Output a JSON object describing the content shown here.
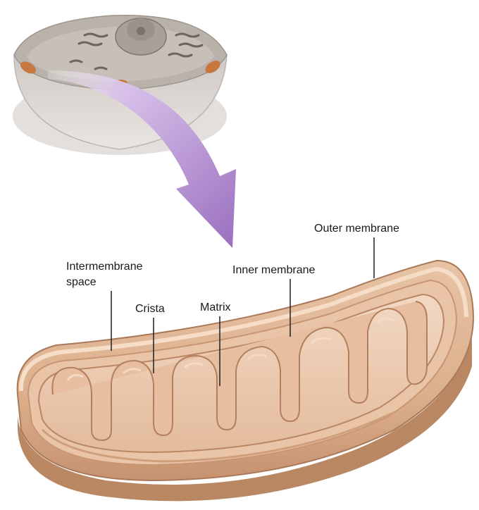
{
  "labels": {
    "intermembrane_space_line1": "Intermembrane",
    "intermembrane_space_line2": "space",
    "crista": "Crista",
    "matrix": "Matrix",
    "inner_membrane": "Inner membrane",
    "outer_membrane": "Outer membrane"
  },
  "colors": {
    "mitochondrion_outer": "#e2b795",
    "mitochondrion_rim": "#f3d6bf",
    "mitochondrion_shadow": "#c8946f",
    "cell_body": "#d9d4d0",
    "arrow": "#b48fd0"
  }
}
